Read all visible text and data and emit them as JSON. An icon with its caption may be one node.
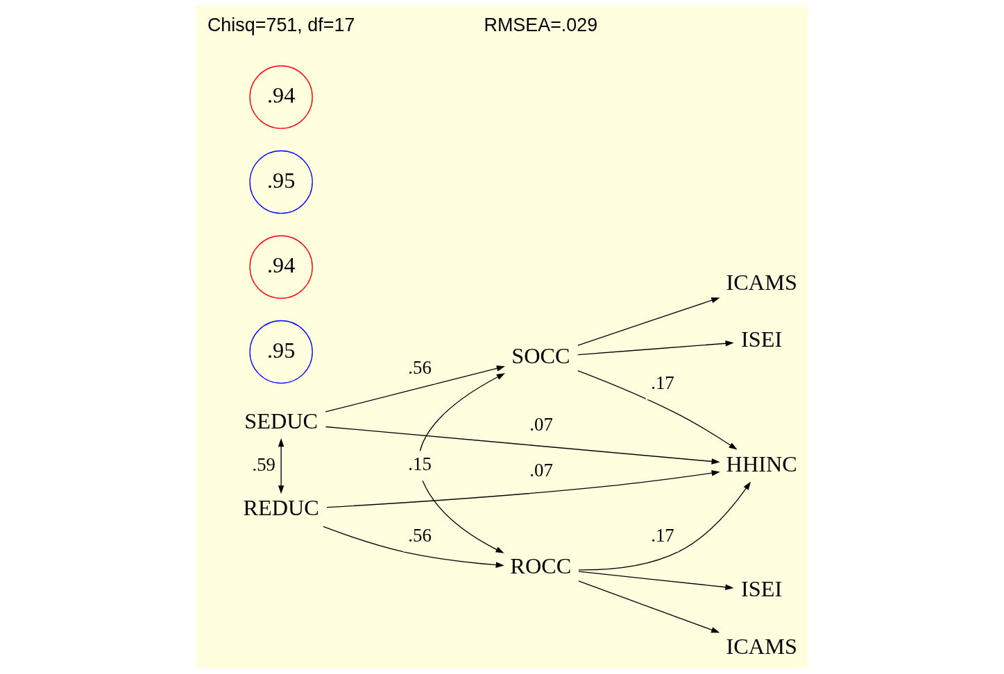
{
  "diagram": {
    "nodes": [
      {
        "text": [
          "ISEI"
        ]
      },
      {
        "text": [
          "ICAMS"
        ]
      },
      {
        "text": [
          ".95"
        ]
      },
      {
        "text": [
          ".94"
        ]
      },
      {
        "text": [
          "SOCC"
        ]
      },
      {
        "text": [
          "SEDUC"
        ]
      },
      {
        "text": [
          "HHINC"
        ]
      },
      {
        "text": [
          "REDUC"
        ]
      },
      {
        "text": [
          "ROCC"
        ]
      },
      {
        "text": [
          ".95"
        ]
      },
      {
        "text": [
          ".94"
        ]
      },
      {
        "text": [
          "ISEI"
        ]
      },
      {
        "text": [
          "ICAMS"
        ]
      }
    ],
    "edges": [
      {
        "from": 4,
        "to": 0,
        "arrow": "to"
      },
      {
        "from": 4,
        "to": 1,
        "arrow": "to"
      },
      {
        "from": 5,
        "to": 4,
        "arrow": "to",
        "label": ".56"
      },
      {
        "from": 4,
        "to": 6,
        "arrow": "to",
        "label": ".17"
      },
      {
        "from": 5,
        "to": 6,
        "arrow": "to",
        "label": ".07"
      },
      {
        "from": 5,
        "to": 7,
        "arrow": "both",
        "label": ".59"
      },
      {
        "from": 4,
        "to": 8,
        "arrow": "both",
        "label": ".15"
      },
      {
        "from": 7,
        "to": 6,
        "arrow": "to",
        "label": ".07"
      },
      {
        "from": 7,
        "to": 8,
        "arrow": "to",
        "label": ".56"
      },
      {
        "from": 8,
        "to": 6,
        "arrow": "to",
        "label": ".17"
      },
      {
        "from": 8,
        "to": 11,
        "arrow": "to"
      },
      {
        "from": 8,
        "to": 12,
        "arrow": "to"
      }
    ],
    "labels": [
      "Chisq=751, df=17",
      "RMSEA=.029"
    ]
  }
}
